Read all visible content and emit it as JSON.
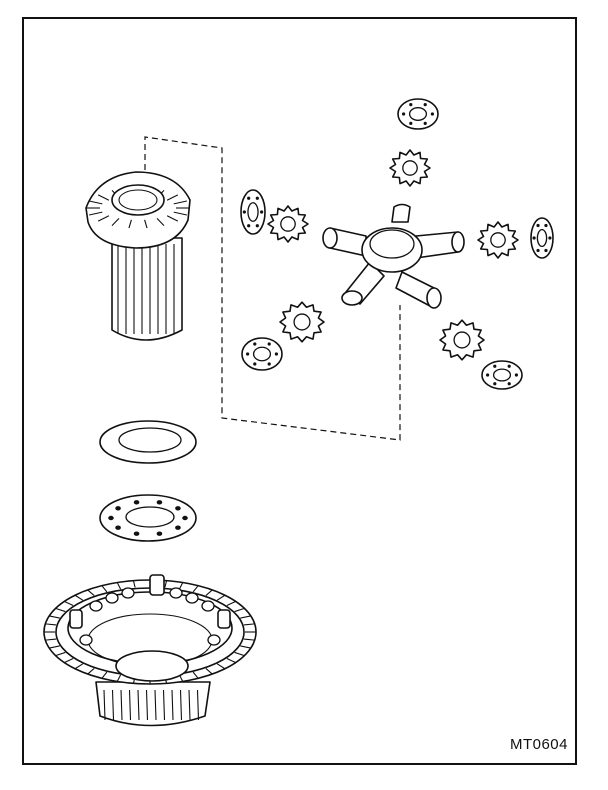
{
  "figure": {
    "code": "MT0604",
    "frame_color": "#111111",
    "background": "#ffffff"
  },
  "parts": [
    {
      "name": "side-gear-shaft",
      "icon": "bevel-gear-with-splined-shaft"
    },
    {
      "name": "flat-thrust-washer",
      "icon": "washer"
    },
    {
      "name": "perforated-thrust-washer",
      "icon": "washer-with-holes"
    },
    {
      "name": "differential-case-ring-gear",
      "icon": "toothed-case"
    },
    {
      "name": "spider-cross-shaft",
      "icon": "four-arm-spider"
    },
    {
      "name": "pinion-gears",
      "icon": "small-bevel-gear"
    },
    {
      "name": "pinion-thrust-washers",
      "icon": "small-washer"
    }
  ]
}
